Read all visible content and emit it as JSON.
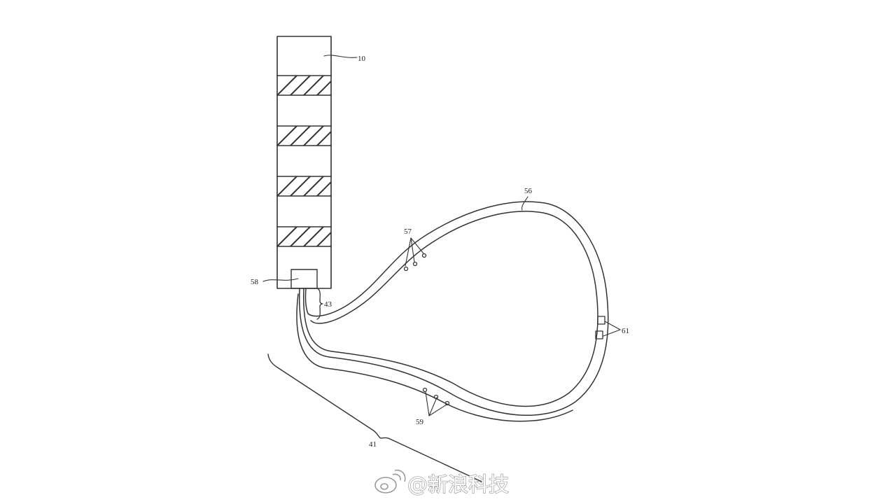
{
  "colors": {
    "line": "#333333",
    "hatch": "#444444",
    "background": "#ffffff",
    "watermark": "#9a9a9a"
  },
  "labels": {
    "device": "10",
    "connector": "58",
    "connector_link": "43",
    "band": "56",
    "upper_sensors": "57",
    "lower_sensors": "59",
    "side_modules": "61",
    "strap_assembly": "41"
  },
  "watermark": {
    "text": "@新浪科技",
    "icon": "weibo-logo-icon"
  }
}
